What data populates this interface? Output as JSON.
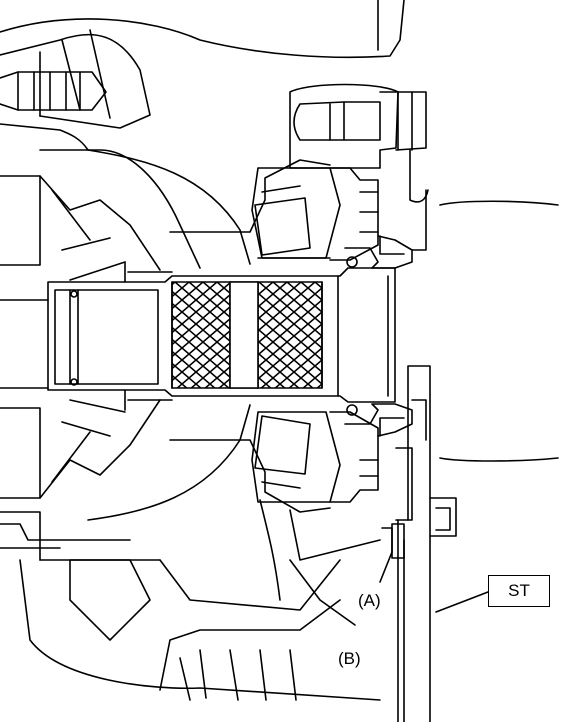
{
  "labels": {
    "a": "(A)",
    "b": "(B)",
    "st": "ST"
  },
  "colors": {
    "line": "#000000",
    "background": "#ffffff"
  }
}
